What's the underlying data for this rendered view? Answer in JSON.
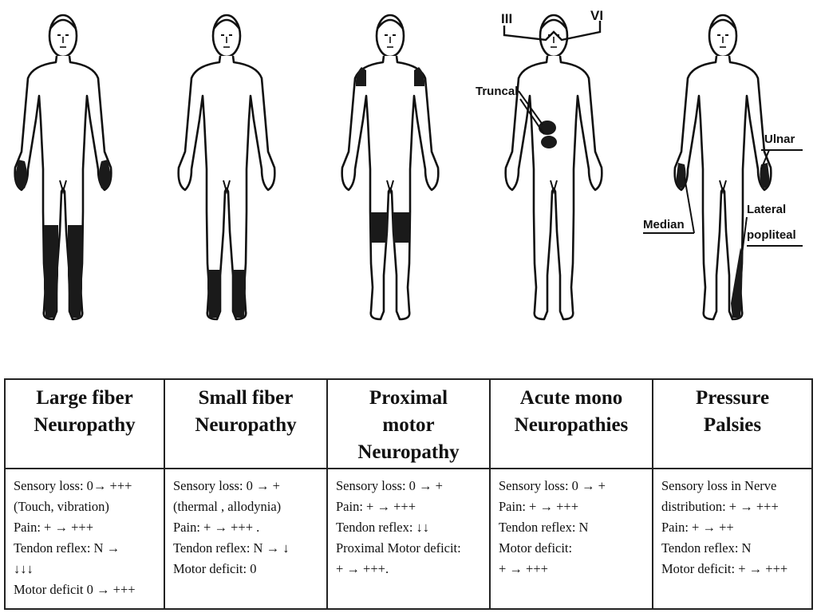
{
  "figure_labels": {
    "cranial_left": "III",
    "cranial_right": "VI",
    "truncal": "Truncal",
    "ulnar": "Ulnar",
    "median": "Median",
    "lateral_popliteal_1": "Lateral",
    "lateral_popliteal_2": "popliteal"
  },
  "table": {
    "columns": [
      {
        "heading": [
          "Large fiber",
          "Neuropathy"
        ],
        "lines": [
          "Sensory loss: 0→ +++",
          "(Touch, vibration)",
          "Pain:  + → +++",
          "Tendon reflex: N →",
          "↓↓↓",
          "Motor deficit 0 → +++"
        ]
      },
      {
        "heading": [
          "Small fiber",
          "Neuropathy"
        ],
        "lines": [
          "Sensory loss: 0 → +",
          "(thermal , allodynia)",
          "Pain: + → +++ .",
          "Tendon reflex: N → ↓",
          "Motor deficit: 0"
        ]
      },
      {
        "heading": [
          "Proximal",
          "motor",
          "Neuropathy"
        ],
        "lines": [
          "Sensory loss: 0 → +",
          "Pain: + → +++",
          "Tendon reflex: ↓↓",
          "Proximal Motor deficit:",
          "+ → +++."
        ]
      },
      {
        "heading": [
          "Acute mono",
          "Neuropathies"
        ],
        "lines": [
          "Sensory loss: 0 → +",
          "Pain: + → +++",
          "Tendon reflex: N",
          "Motor deficit:",
          "+ → +++"
        ]
      },
      {
        "heading": [
          "Pressure",
          "Palsies"
        ],
        "lines": [
          "Sensory loss in Nerve",
          "distribution: + → +++",
          "Pain: + → ++",
          "Tendon reflex: N",
          "Motor deficit: + → +++"
        ]
      }
    ]
  },
  "colors": {
    "ink": "#111111",
    "shade": "#1a1a1a",
    "background": "#ffffff"
  }
}
